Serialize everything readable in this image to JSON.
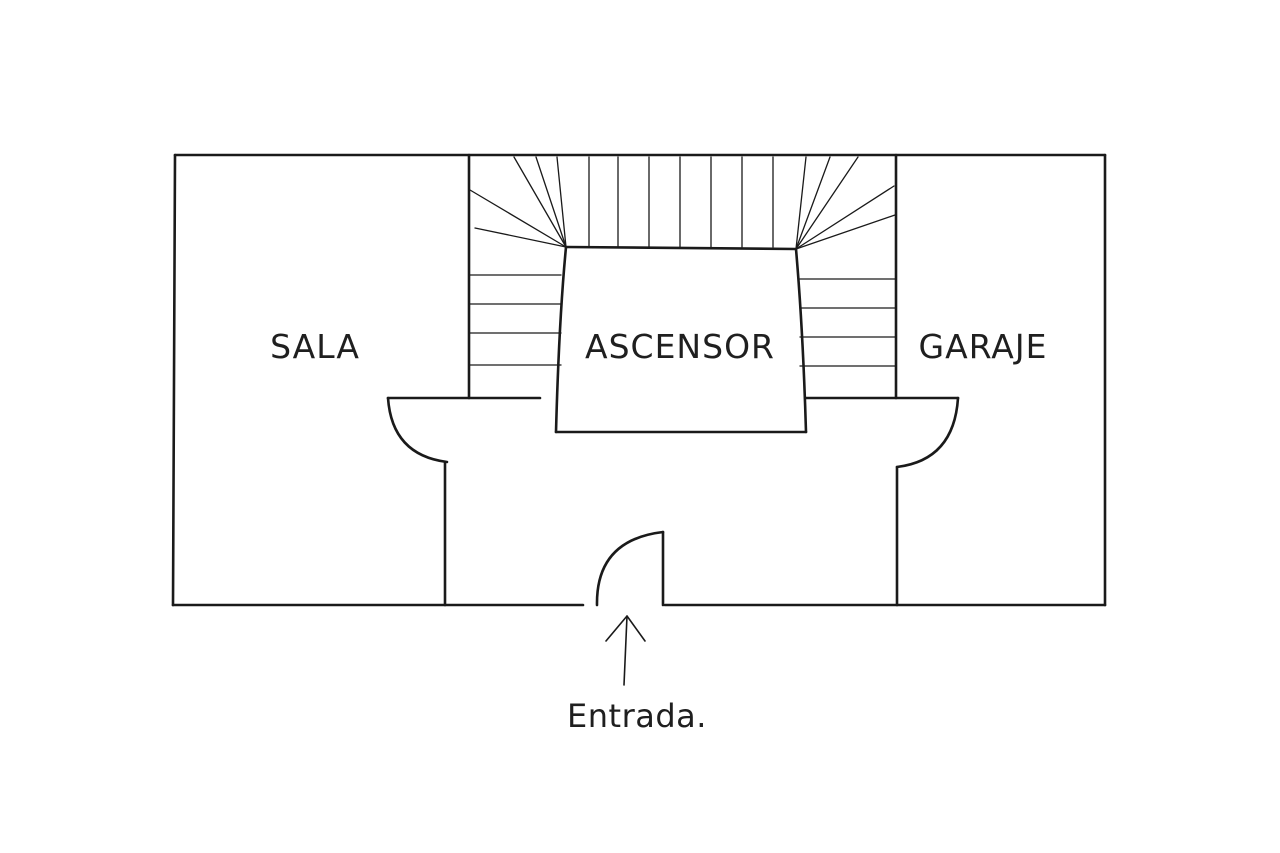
{
  "rooms": {
    "sala": "SALA",
    "ascensor": "ASCENSOR",
    "garaje": "GARAJE"
  },
  "entrance": {
    "label": "Entrada."
  },
  "colors": {
    "ink": "#1a1a1a",
    "background": "#ffffff"
  }
}
